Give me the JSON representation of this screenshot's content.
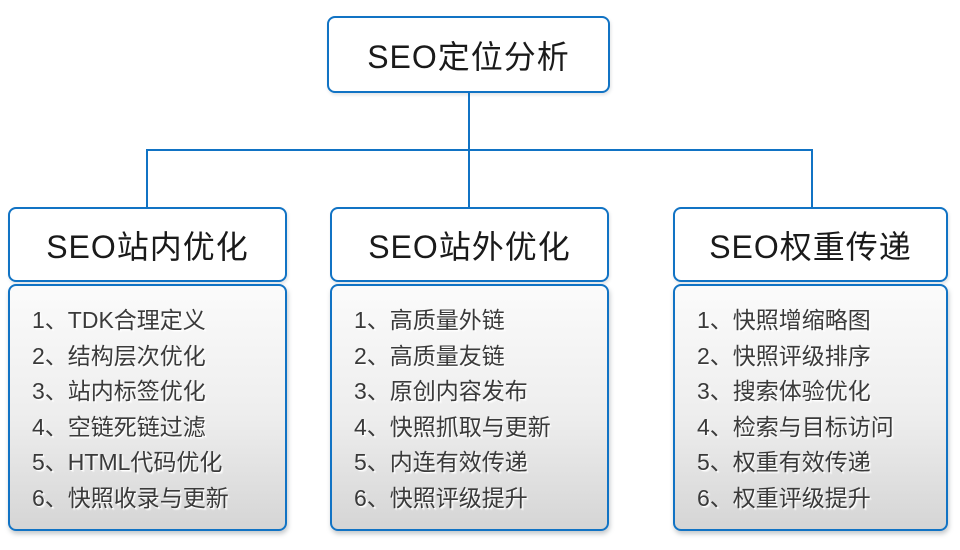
{
  "diagram": {
    "root": {
      "title": "SEO定位分析"
    },
    "columns": [
      {
        "title": "SEO站内优化",
        "items": [
          "1、TDK合理定义",
          "2、结构层次优化",
          "3、站内标签优化",
          "4、空链死链过滤",
          "5、HTML代码优化",
          "6、快照收录与更新"
        ]
      },
      {
        "title": "SEO站外优化",
        "items": [
          "1、高质量外链",
          "2、高质量友链",
          "3、原创内容发布",
          "4、快照抓取与更新",
          "5、内连有效传递",
          "6、快照评级提升"
        ]
      },
      {
        "title": "SEO权重传递",
        "items": [
          "1、快照增缩略图",
          "2、快照评级排序",
          "3、搜索体验优化",
          "4、检索与目标访问",
          "5、权重有效传递",
          "6、权重评级提升"
        ]
      }
    ],
    "colors": {
      "border_blue": "#1173c4",
      "title_text": "#1a1a1a",
      "item_text": "#3a3a3a",
      "body_gradient_top": "#fbfbfb",
      "body_gradient_bottom": "#d5d5d5",
      "background": "#ffffff"
    }
  }
}
